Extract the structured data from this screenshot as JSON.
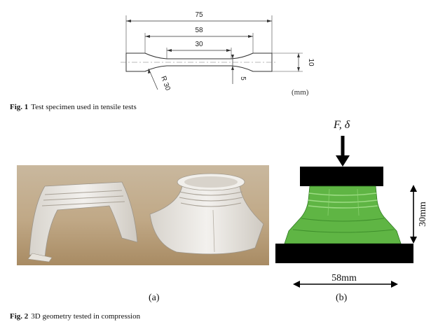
{
  "fig1": {
    "dims": {
      "overall_length": "75",
      "gauge_outer": "58",
      "gauge_parallel": "30",
      "grip_width": "10",
      "gauge_width": "5",
      "fillet_radius": "R 30"
    },
    "unit": "(mm)",
    "caption_label": "Fig. 1",
    "caption_text": "Test specimen used in tensile tests"
  },
  "fig2": {
    "force_label": "F, δ",
    "height_label": "30mm",
    "width_label": "58mm",
    "sub_a": "(a)",
    "sub_b": "(b)",
    "caption_label": "Fig. 2",
    "caption_text": "3D geometry tested in compression",
    "colors": {
      "specimen": "#5fb544",
      "platen": "#000000",
      "photo_bg": "#bfa888"
    }
  }
}
